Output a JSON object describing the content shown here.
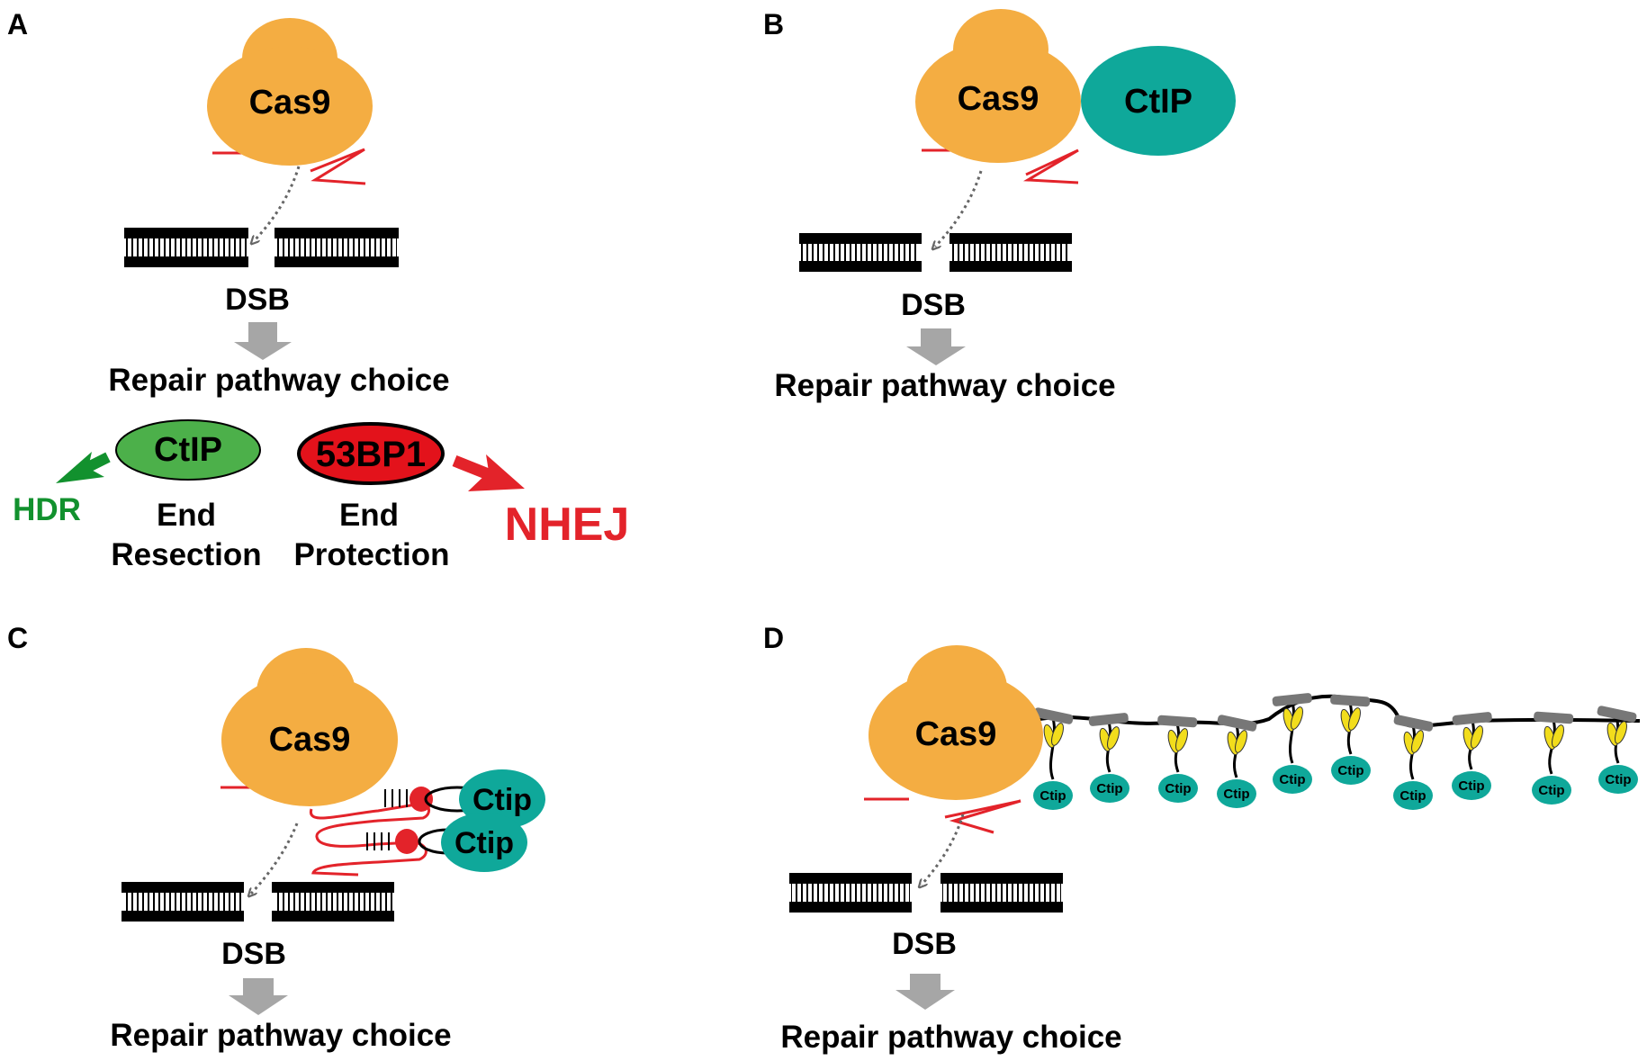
{
  "colors": {
    "cas9": "#F4AD42",
    "ctip_teal": "#0FA89A",
    "ctip_green": "#4CB04A",
    "bp53_red": "#E3121B",
    "hdr_green": "#12912E",
    "nhej_red": "#E3232A",
    "rna_red": "#E3232A",
    "dna_black": "#000000",
    "arrow_gray": "#A6A6A6",
    "sunnag_yellow": "#F2DD1C",
    "sunnag_gray": "#777777"
  },
  "panels": {
    "a": {
      "letter": "A",
      "cas9": "Cas9",
      "dsb": "DSB",
      "choice": "Repair pathway choice",
      "ctip": "CtIP",
      "bp53": "53BP1",
      "hdr": "HDR",
      "nhej": "NHEJ",
      "resection_l1": "End",
      "resection_l2": "Resection",
      "protection_l1": "End",
      "protection_l2": "Protection"
    },
    "b": {
      "letter": "B",
      "cas9": "Cas9",
      "ctip": "CtIP",
      "dsb": "DSB",
      "choice": "Repair pathway choice"
    },
    "c": {
      "letter": "C",
      "cas9": "Cas9",
      "ctip1": "Ctip",
      "ctip2": "Ctip",
      "dsb": "DSB",
      "choice": "Repair pathway choice"
    },
    "d": {
      "letter": "D",
      "cas9": "Cas9",
      "ctip_label": "Ctip",
      "dsb": "DSB",
      "choice": "Repair pathway choice"
    }
  }
}
